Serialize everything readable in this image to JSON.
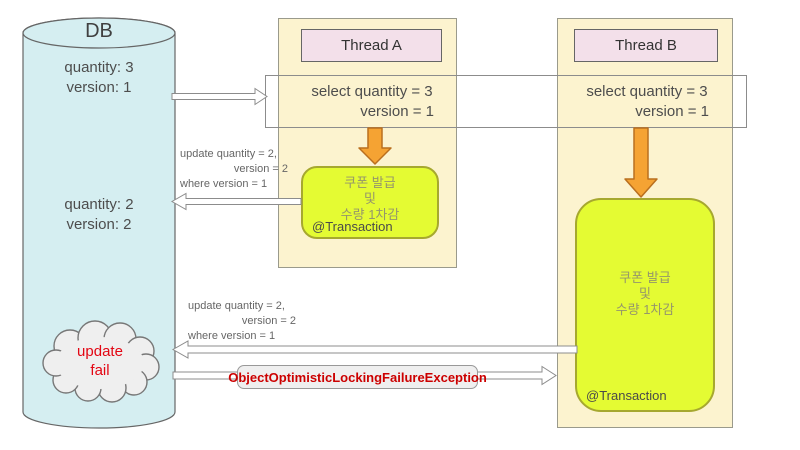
{
  "db": {
    "title": "DB",
    "state_before": [
      "quantity: 3",
      "version: 1"
    ],
    "state_after": [
      "quantity: 2",
      "version: 2"
    ],
    "fail_note": [
      "update",
      "fail"
    ]
  },
  "thread_a": {
    "title": "Thread A",
    "select": [
      "select quantity = 3",
      "version = 1"
    ],
    "task": [
      "쿠폰 발급",
      "및",
      "수량 1차감"
    ],
    "annotation": "@Transaction",
    "update": [
      "update quantity = 2,",
      "version = 2",
      "where version = 1"
    ]
  },
  "thread_b": {
    "title": "Thread B",
    "select": [
      "select quantity = 3",
      "version = 1"
    ],
    "task": [
      "쿠폰 발급",
      "및",
      "수량 1차감"
    ],
    "annotation": "@Transaction",
    "update": [
      "update quantity = 2,",
      "version = 2",
      "where version = 1"
    ]
  },
  "exception_label": "ObjectOptimisticLockingFailureException",
  "colors": {
    "db_cylinder": "#D5EEF1",
    "thread_container": "#FCF3CF",
    "thread_header": "#F3E0EA",
    "task_box": "#E4FB33",
    "task_border": "#A6A82F",
    "orange_arrow": "#F5A333",
    "fail_red": "#E30613",
    "exception_red": "#CC0000",
    "cloud_fill": "#EFEFEF"
  }
}
